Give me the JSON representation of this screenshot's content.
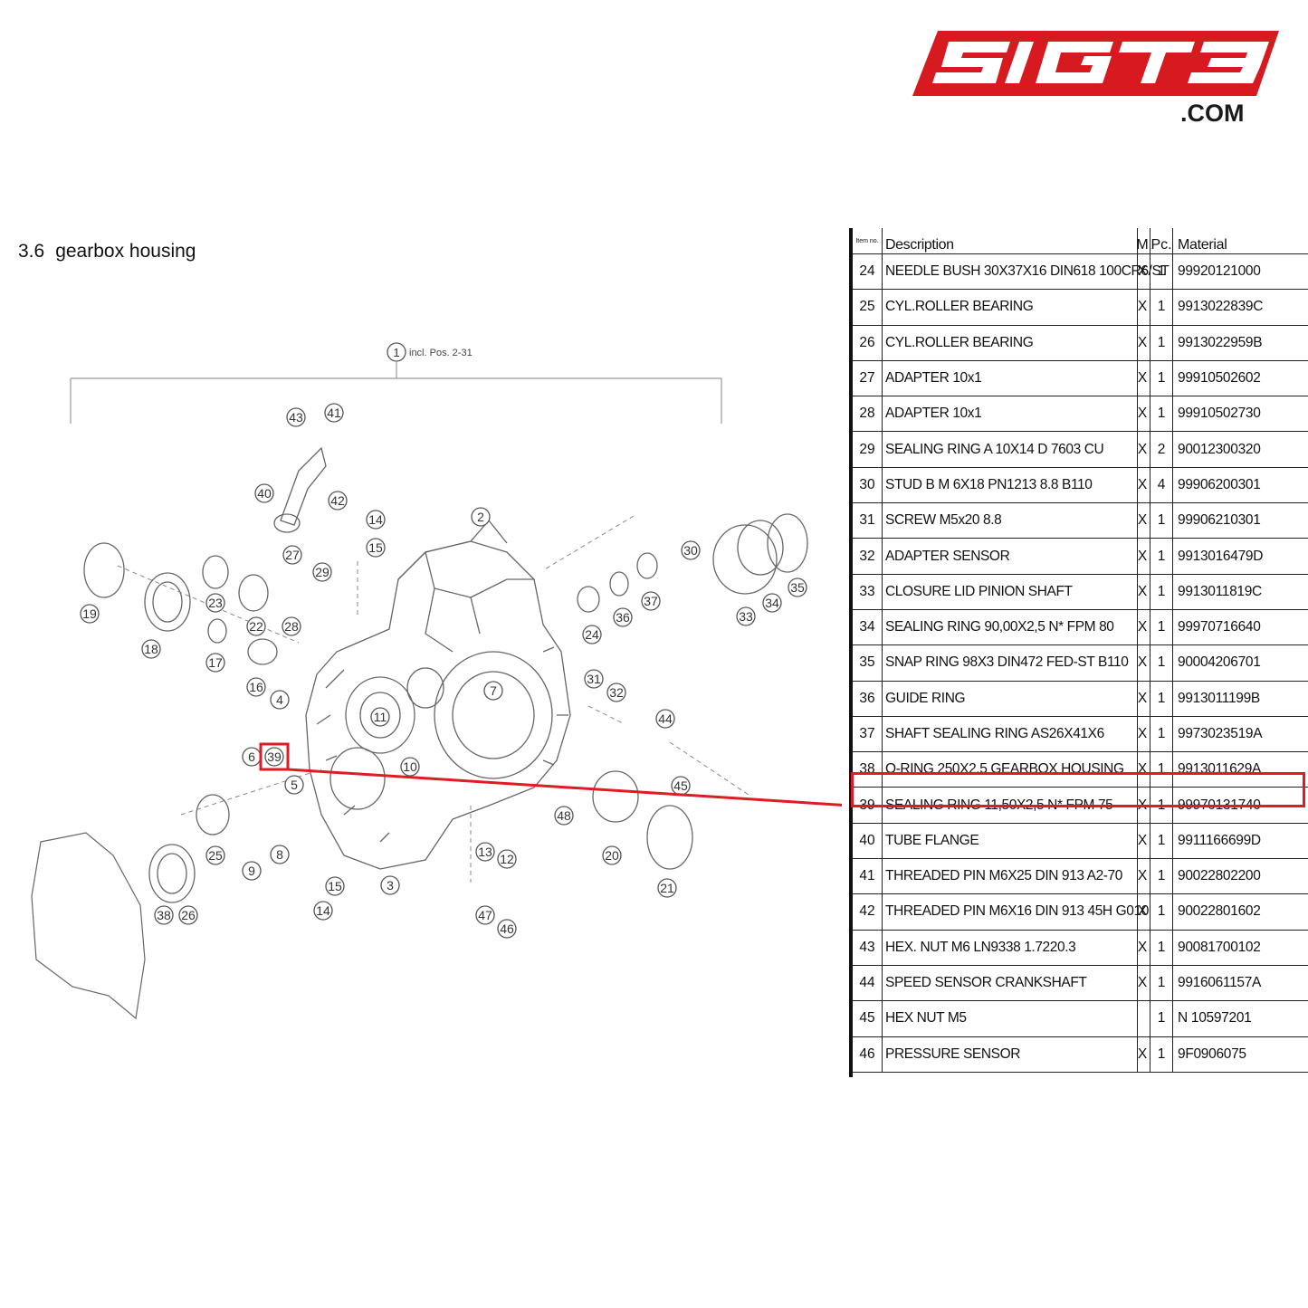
{
  "brand": {
    "logo_text": "5IGT3",
    "logo_suffix": ".COM",
    "logo_color": "#d71920"
  },
  "section": {
    "number": "3.6",
    "title": "gearbox housing"
  },
  "diagram": {
    "assembly_label": "1",
    "assembly_note": "incl. Pos. 2-31",
    "callouts": [
      "43",
      "41",
      "40",
      "42",
      "14",
      "15",
      "2",
      "27",
      "29",
      "30",
      "19",
      "23",
      "22",
      "28",
      "37",
      "35",
      "34",
      "33",
      "36",
      "24",
      "18",
      "17",
      "16",
      "4",
      "7",
      "31",
      "32",
      "44",
      "11",
      "6",
      "39",
      "5",
      "10",
      "45",
      "48",
      "25",
      "20",
      "9",
      "8",
      "13",
      "12",
      "21",
      "38",
      "26",
      "15",
      "3",
      "14",
      "47",
      "46"
    ],
    "highlight_callout": "39",
    "highlight_color": "#e01b24"
  },
  "table": {
    "headers": {
      "item_no": "Item no.",
      "description": "Description",
      "m": "M",
      "pc": "Pc.",
      "material": "Material"
    },
    "rows": [
      {
        "no": "24",
        "desc": "NEEDLE BUSH 30X37X16 DIN618 100CR6/ST",
        "m": "X",
        "pc": "1",
        "mat": "99920121000"
      },
      {
        "no": "25",
        "desc": "CYL.ROLLER BEARING",
        "m": "X",
        "pc": "1",
        "mat": "9913022839C"
      },
      {
        "no": "26",
        "desc": "CYL.ROLLER BEARING",
        "m": "X",
        "pc": "1",
        "mat": "9913022959B"
      },
      {
        "no": "27",
        "desc": "ADAPTER 10x1",
        "m": "X",
        "pc": "1",
        "mat": "99910502602"
      },
      {
        "no": "28",
        "desc": "ADAPTER 10x1",
        "m": "X",
        "pc": "1",
        "mat": "99910502730"
      },
      {
        "no": "29",
        "desc": "SEALING RING A 10X14 D 7603 CU",
        "m": "X",
        "pc": "2",
        "mat": "90012300320"
      },
      {
        "no": "30",
        "desc": "STUD B M 6X18 PN1213 8.8 B110",
        "m": "X",
        "pc": "4",
        "mat": "99906200301"
      },
      {
        "no": "31",
        "desc": "SCREW M5x20 8.8",
        "m": "X",
        "pc": "1",
        "mat": "99906210301"
      },
      {
        "no": "32",
        "desc": "ADAPTER SENSOR",
        "m": "X",
        "pc": "1",
        "mat": "9913016479D"
      },
      {
        "no": "33",
        "desc": "CLOSURE LID PINION SHAFT",
        "m": "X",
        "pc": "1",
        "mat": "9913011819C"
      },
      {
        "no": "34",
        "desc": "SEALING RING 90,00X2,5 N* FPM 80",
        "m": "X",
        "pc": "1",
        "mat": "99970716640"
      },
      {
        "no": "35",
        "desc": "SNAP RING 98X3 DIN472 FED-ST B110",
        "m": "X",
        "pc": "1",
        "mat": "90004206701"
      },
      {
        "no": "36",
        "desc": "GUIDE RING",
        "m": "X",
        "pc": "1",
        "mat": "9913011199B"
      },
      {
        "no": "37",
        "desc": "SHAFT SEALING RING AS26X41X6",
        "m": "X",
        "pc": "1",
        "mat": "9973023519A"
      },
      {
        "no": "38",
        "desc": "O-RING 250X2,5 GEARBOX HOUSING",
        "m": "X",
        "pc": "1",
        "mat": "9913011629A"
      },
      {
        "no": "39",
        "desc": "SEALING RING 11,50X2,5 N* FPM 75",
        "m": "X",
        "pc": "1",
        "mat": "99970131740"
      },
      {
        "no": "40",
        "desc": "TUBE FLANGE",
        "m": "X",
        "pc": "1",
        "mat": "9911166699D"
      },
      {
        "no": "41",
        "desc": "THREADED PIN M6X25 DIN 913 A2-70",
        "m": "X",
        "pc": "1",
        "mat": "90022802200"
      },
      {
        "no": "42",
        "desc": "THREADED PIN M6X16 DIN 913 45H G010",
        "m": "X",
        "pc": "1",
        "mat": "90022801602"
      },
      {
        "no": "43",
        "desc": "HEX. NUT M6 LN9338 1.7220.3",
        "m": "X",
        "pc": "1",
        "mat": "90081700102"
      },
      {
        "no": "44",
        "desc": "SPEED SENSOR CRANKSHAFT",
        "m": "X",
        "pc": "1",
        "mat": "9916061157A"
      },
      {
        "no": "45",
        "desc": "HEX NUT M5",
        "m": "",
        "pc": "1",
        "mat": "N 10597201"
      },
      {
        "no": "46",
        "desc": "PRESSURE SENSOR",
        "m": "X",
        "pc": "1",
        "mat": "9F0906075"
      }
    ]
  }
}
